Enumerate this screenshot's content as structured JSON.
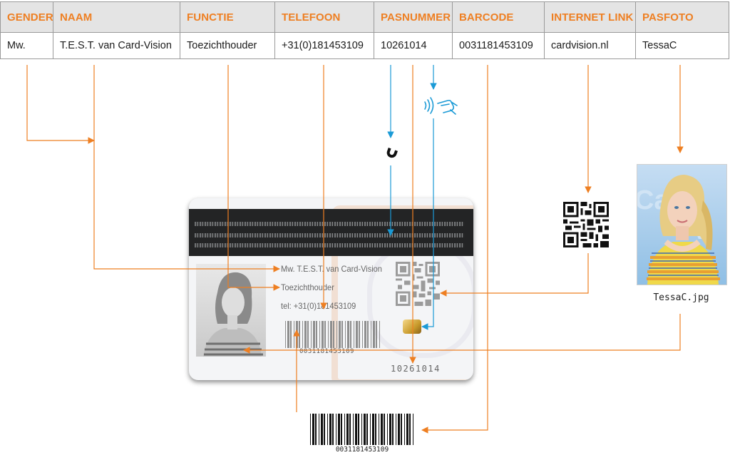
{
  "table": {
    "headers": [
      "GENDER",
      "NAAM",
      "FUNCTIE",
      "TELEFOON",
      "PASNUMMER",
      "BARCODE",
      "INTERNET LINK",
      "PASFOTO"
    ],
    "values": [
      "Mw.",
      "T.E.S.T. van Card-Vision",
      "Toezichthouder",
      "+31(0)181453109",
      "10261014",
      "0031181453109",
      "cardvision.nl",
      "TessaC"
    ]
  },
  "card": {
    "name": "Mw. T.E.S.T. van Card-Vision",
    "function": "Toezichthouder",
    "phone": "tel: +31(0)181453109",
    "barcode_number": "0031181453109",
    "pass_number": "10261014"
  },
  "photo": {
    "caption": "TessaC.jpg"
  },
  "bottom_barcode": {
    "number": "0031181453109"
  },
  "icons": [
    "magnet-icon",
    "contactless-icon",
    "qr-code-icon",
    "chip-icon",
    "barcode-icon"
  ],
  "colors": {
    "orange": "#ee7f22",
    "blue": "#1a9ad6",
    "header_bg": "#e4e4e4"
  }
}
